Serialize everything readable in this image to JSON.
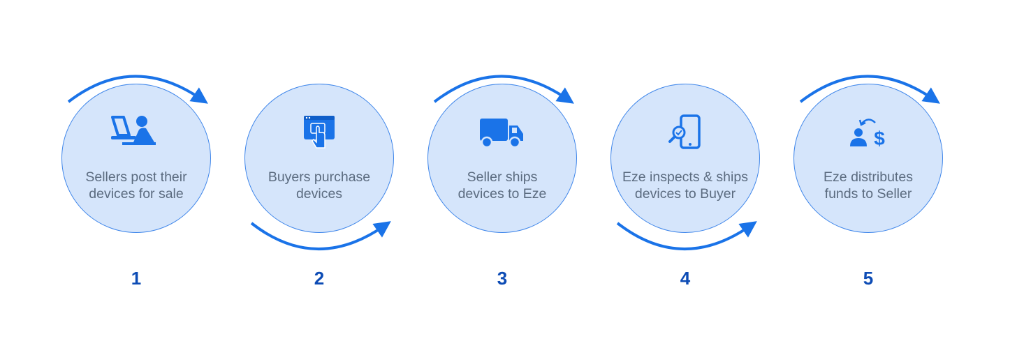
{
  "accent_color": "#1a73e8",
  "circle_fill": "#d5e5fb",
  "steps": [
    {
      "number": "1",
      "label": "Sellers post their\ndevices for sale",
      "icon": "seller-laptop-icon"
    },
    {
      "number": "2",
      "label": "Buyers purchase\ndevices",
      "icon": "online-purchase-icon"
    },
    {
      "number": "3",
      "label": "Seller ships\ndevices to Eze",
      "icon": "delivery-truck-icon"
    },
    {
      "number": "4",
      "label": "Eze inspects & ships\ndevices to Buyer",
      "icon": "phone-inspection-icon"
    },
    {
      "number": "5",
      "label": "Eze distributes\nfunds to Seller",
      "icon": "funds-transfer-icon"
    }
  ]
}
